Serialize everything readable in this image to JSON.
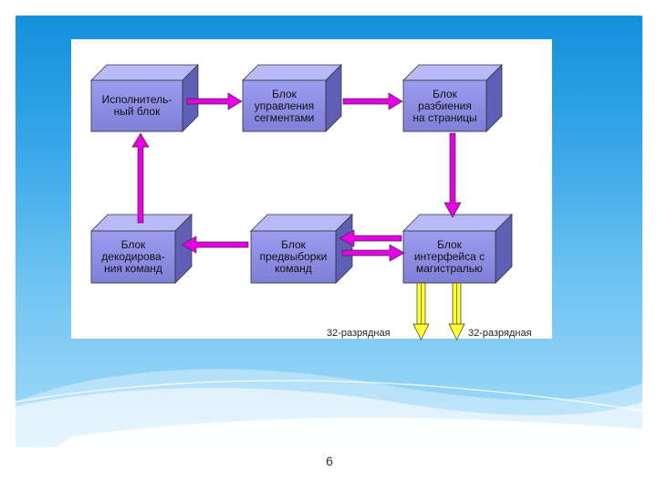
{
  "slide": {
    "page_number": "6",
    "background_color": "#1490dc"
  },
  "diagram": {
    "box_color": "#8e8ee6",
    "arrow_color": "#e600e6",
    "bus_arrow_color": "#ffff33",
    "blocks": [
      {
        "id": "exec",
        "label": "Исполнитель-\nный блок"
      },
      {
        "id": "segment",
        "label": "Блок\nуправления\nсегментами"
      },
      {
        "id": "paging",
        "label": "Блок\nразбиения\nна страницы"
      },
      {
        "id": "decode",
        "label": "Блок\nдекодирова-\nния команд"
      },
      {
        "id": "prefetch",
        "label": "Блок\nпредвыборки\nкоманд"
      },
      {
        "id": "bus",
        "label": "Блок\nинтерфейса с\nмагистралью"
      }
    ],
    "bus_labels": [
      "32-разрядная",
      "32-разрядная"
    ]
  }
}
